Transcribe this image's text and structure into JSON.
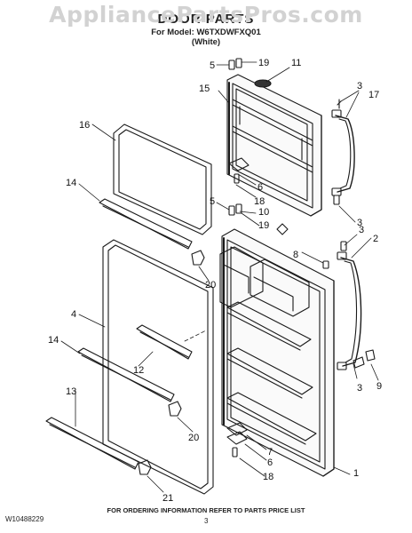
{
  "watermark": "AppliancePartsPros.com",
  "header": {
    "title": "DOOR PARTS",
    "model_line": "For Model: W6TXDWFXQ01",
    "color_line": "(White)"
  },
  "callouts": [
    "1",
    "2",
    "3",
    "3",
    "3",
    "3",
    "4",
    "5",
    "5",
    "6",
    "6",
    "7",
    "8",
    "9",
    "10",
    "11",
    "12",
    "13",
    "14",
    "14",
    "15",
    "16",
    "17",
    "18",
    "18",
    "19",
    "19",
    "20",
    "20",
    "21"
  ],
  "footer": {
    "doc_number": "W10488229",
    "ordering_note": "FOR ORDERING INFORMATION REFER TO PARTS PRICE LIST",
    "page": "3"
  }
}
